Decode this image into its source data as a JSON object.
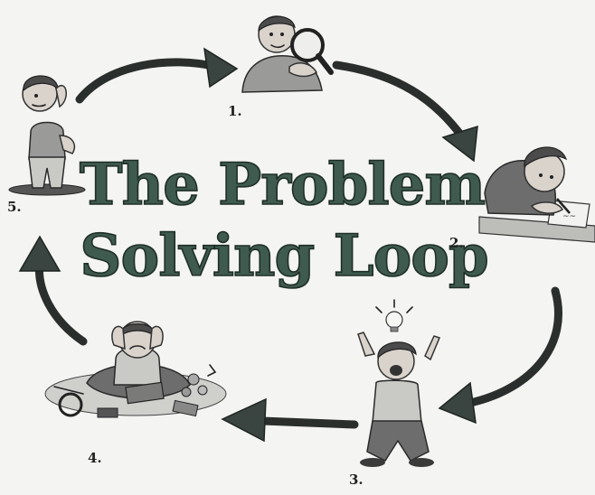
{
  "title": {
    "line1": "The Problem",
    "line2": "Solving Loop"
  },
  "steps": [
    {
      "label": "1."
    },
    {
      "label": "2."
    },
    {
      "label": "3."
    },
    {
      "label": "4."
    },
    {
      "label": "5."
    }
  ]
}
